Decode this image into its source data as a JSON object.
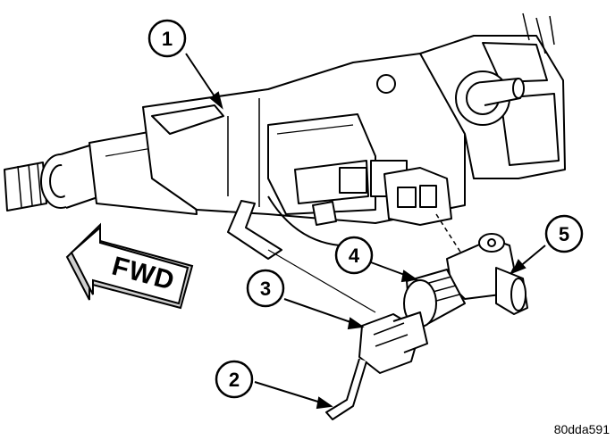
{
  "diagram": {
    "direction_label": "FWD",
    "figure_id": "80dda591",
    "callouts": [
      {
        "number": "1"
      },
      {
        "number": "2"
      },
      {
        "number": "3"
      },
      {
        "number": "4"
      },
      {
        "number": "5"
      }
    ],
    "colors": {
      "line": "#000000",
      "fill": "#ffffff",
      "shade": "#d9d9d9"
    }
  }
}
